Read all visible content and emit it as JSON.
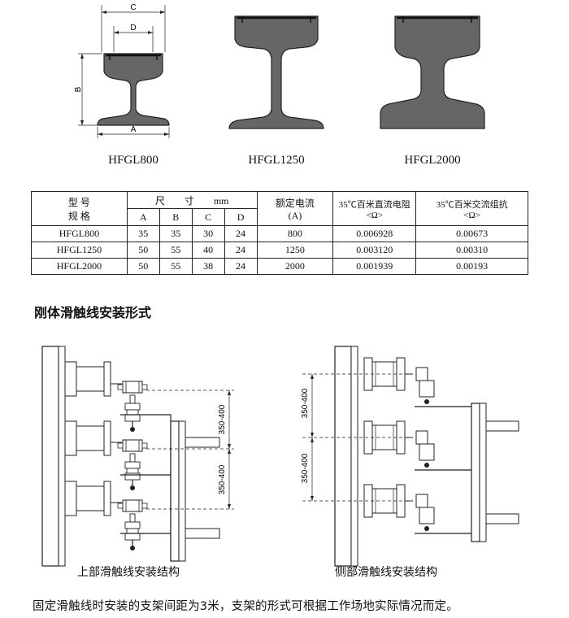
{
  "profiles": {
    "dim_letters": {
      "a": "A",
      "b": "B",
      "c": "C",
      "d": "D"
    },
    "names": [
      "HFGL800",
      "HFGL1250",
      "HFGL2000"
    ]
  },
  "table": {
    "header": {
      "model_line1": "型 号",
      "model_line2": "规 格",
      "size": "尺　　寸　　mm",
      "current_line1": "额定电流",
      "current_line2": "(A)",
      "dc_line1": "35℃百米直流电阻",
      "dc_line2": "<Ω>",
      "ac_line1": "35℃百米交流组抗",
      "ac_line2": "<Ω>",
      "sub": [
        "A",
        "B",
        "C",
        "D"
      ]
    },
    "rows": [
      {
        "model": "HFGL800",
        "a": "35",
        "b": "35",
        "c": "30",
        "d": "24",
        "current": "800",
        "dc": "0.006928",
        "ac": "0.00673"
      },
      {
        "model": "HFGL1250",
        "a": "50",
        "b": "55",
        "c": "40",
        "d": "24",
        "current": "1250",
        "dc": "0.003120",
        "ac": "0.00310"
      },
      {
        "model": "HFGL2000",
        "a": "50",
        "b": "55",
        "c": "38",
        "d": "24",
        "current": "2000",
        "dc": "0.001939",
        "ac": "0.00193"
      }
    ]
  },
  "section_title": "刚体滑触线安装形式",
  "diagrams": {
    "spacing_label": "350-400",
    "top_caption": "上部滑触线安装结构",
    "side_caption": "侧部滑触线安装结构"
  },
  "footnote": "固定滑触线时安装的支架间距为3米，支架的形式可根据工作场地实际情况而定。",
  "colors": {
    "profile_fill": "#666666",
    "line": "#222222"
  }
}
